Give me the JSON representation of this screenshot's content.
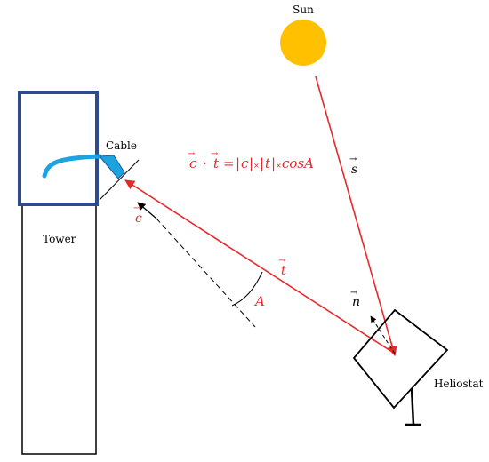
{
  "labels": {
    "sun": "Sun",
    "cable": "Cable",
    "tower": "Tower",
    "heliostat": "Heliostat",
    "angle": "A"
  },
  "vectors": {
    "s": "s",
    "c": "c",
    "t": "t",
    "n": "n"
  },
  "equation": {
    "lhs_c": "c",
    "dot": "·",
    "lhs_t": "t",
    "equals": "=",
    "bar": "|",
    "c_mag": "c",
    "times1": "×",
    "t_mag": "t",
    "times2": "×",
    "cos": "cosA"
  },
  "colors": {
    "sun_fill": "#FFC000",
    "tower_frame": "#2F4B8F",
    "cable": "#1CA3E0",
    "vector_red": "#E8282B",
    "black": "#000000"
  }
}
